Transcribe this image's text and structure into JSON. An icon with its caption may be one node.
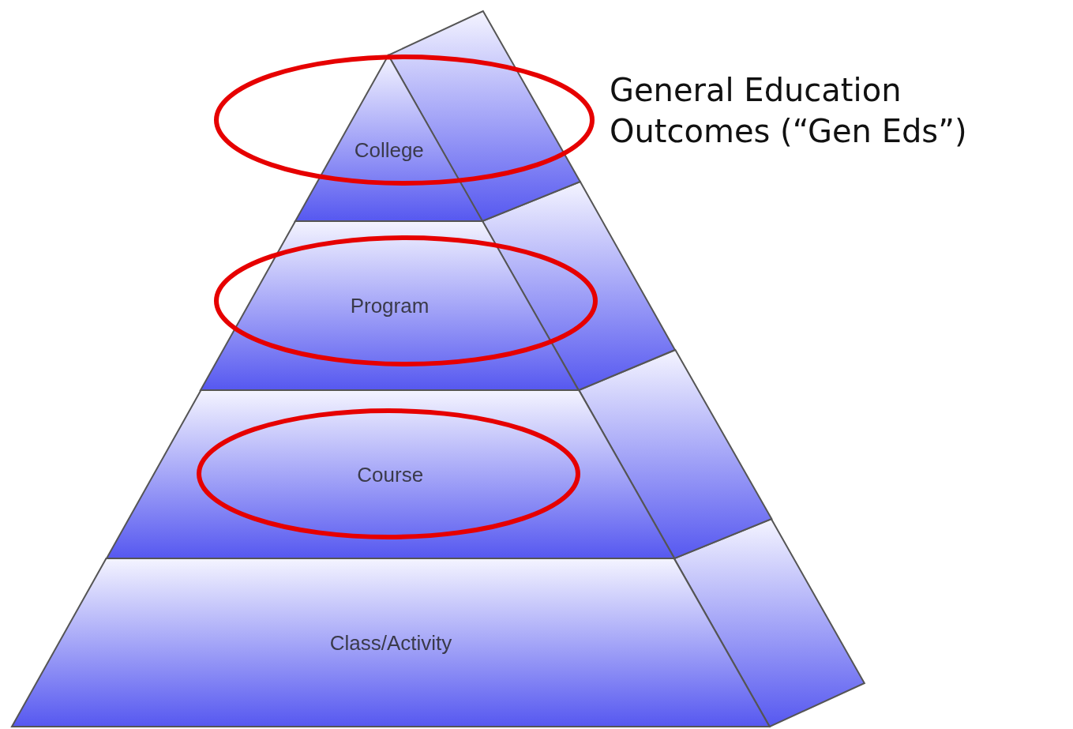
{
  "diagram": {
    "nodes": [
      {
        "text": [
          "College"
        ]
      },
      {
        "text": [
          "Program"
        ]
      },
      {
        "text": [
          "Course"
        ]
      },
      {
        "text": [
          "Class/Activity"
        ]
      }
    ],
    "labels": [
      "General Education Outcomes (“Gen Eds”)"
    ]
  }
}
